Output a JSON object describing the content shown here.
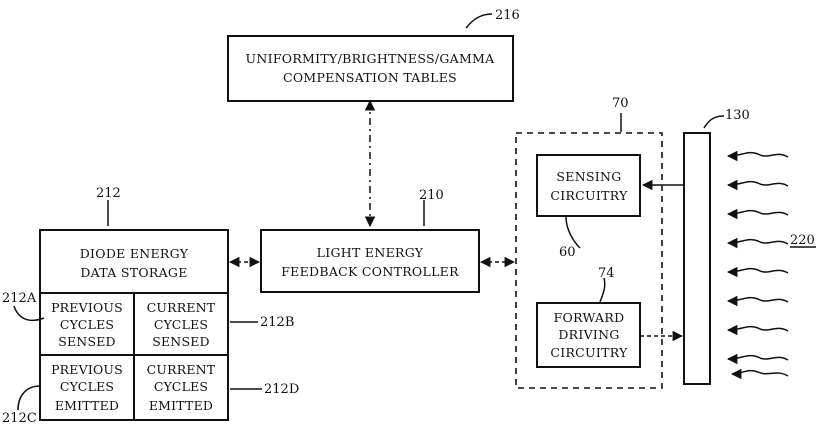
{
  "compensation_tables": {
    "ref": "216",
    "line1": "UNIFORMITY/BRIGHTNESS/GAMMA",
    "line2": "COMPENSATION TABLES"
  },
  "diode_storage": {
    "ref": "212",
    "line1": "DIODE ENERGY",
    "line2": "DATA STORAGE",
    "cells": {
      "a": {
        "ref": "212A",
        "line1": "PREVIOUS",
        "line2": "CYCLES",
        "line3": "SENSED"
      },
      "b": {
        "ref": "212B",
        "line1": "CURRENT",
        "line2": "CYCLES",
        "line3": "SENSED"
      },
      "c": {
        "ref": "212C",
        "line1": "PREVIOUS",
        "line2": "CYCLES",
        "line3": "EMITTED"
      },
      "d": {
        "ref": "212D",
        "line1": "CURRENT",
        "line2": "CYCLES",
        "line3": "EMITTED"
      }
    }
  },
  "controller": {
    "ref": "210",
    "line1": "LIGHT ENERGY",
    "line2": "FEEDBACK CONTROLLER"
  },
  "module": {
    "ref": "70"
  },
  "sensing": {
    "ref": "60",
    "line1": "SENSING",
    "line2": "CIRCUITRY"
  },
  "forward": {
    "ref": "74",
    "line1": "FORWARD",
    "line2": "DRIVING",
    "line3": "CIRCUITRY"
  },
  "diode": {
    "ref": "130"
  },
  "light": {
    "ref": "220"
  }
}
